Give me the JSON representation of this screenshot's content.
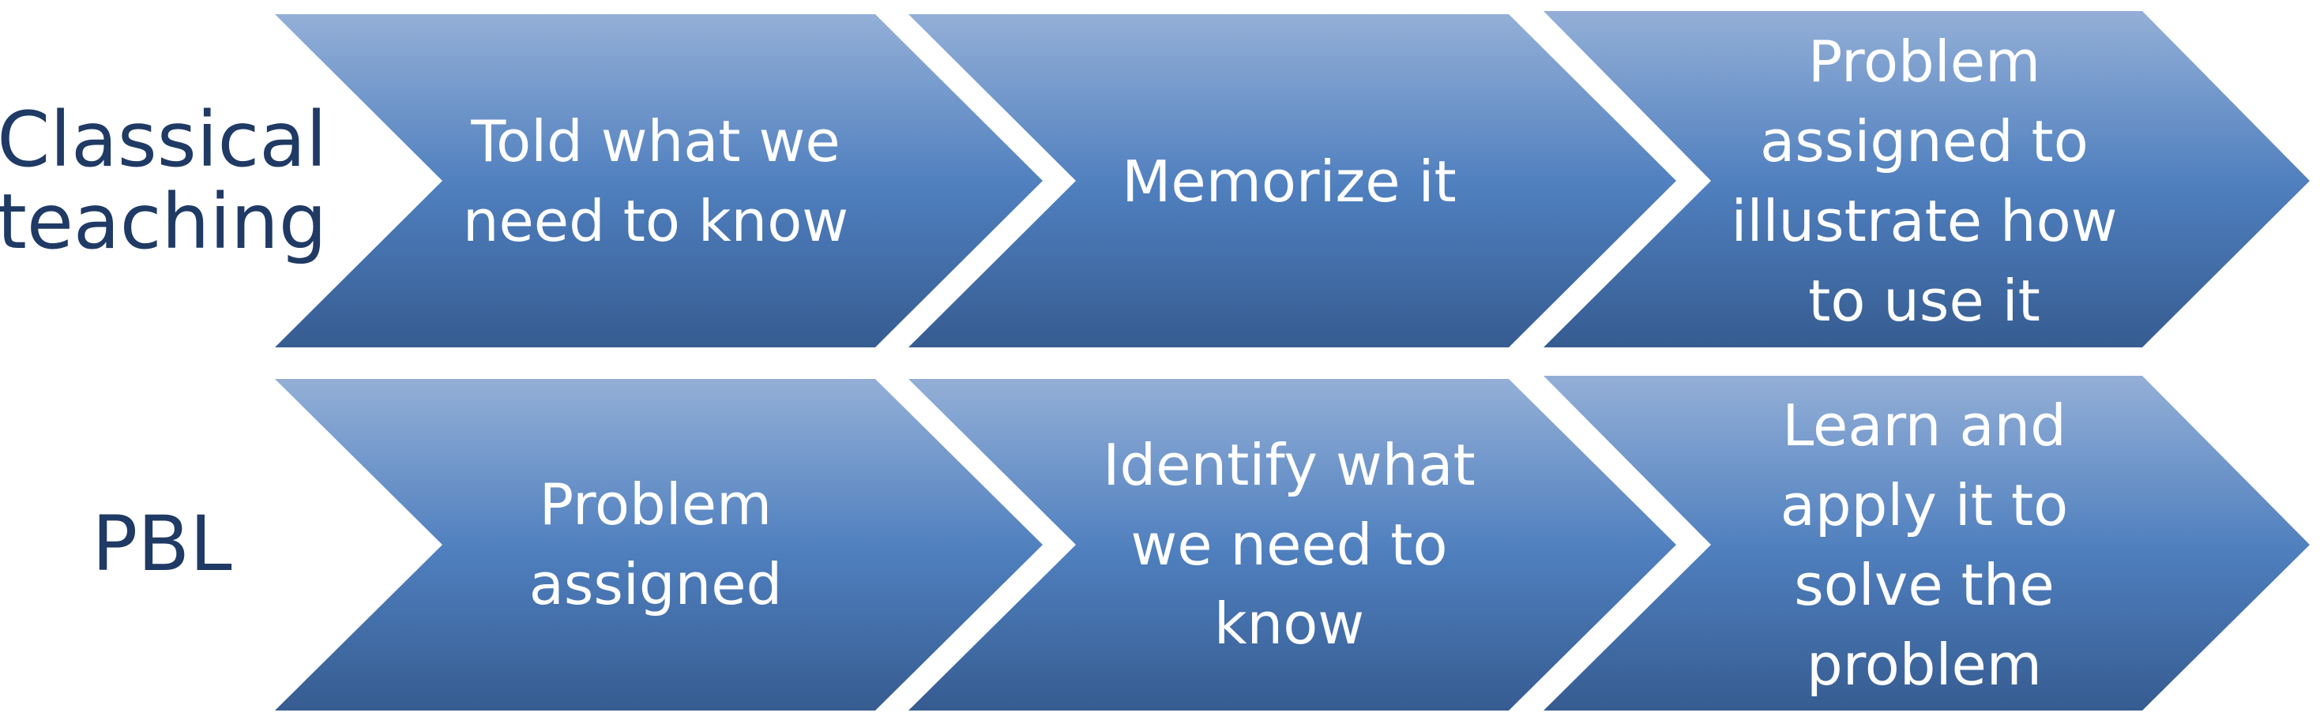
{
  "colors": {
    "chevron_top": "#93afd7",
    "chevron_mid": "#4f7fbe",
    "chevron_bottom": "#365c91",
    "label_text": "#1f3a64",
    "step_text": "#ffffff"
  },
  "rows": [
    {
      "label": "Classical\nteaching",
      "steps": [
        "Told what we\nneed to know",
        "Memorize it",
        "Problem\nassigned to\nillustrate how\nto use it"
      ]
    },
    {
      "label": "PBL",
      "steps": [
        "Problem\nassigned",
        "Identify what\nwe need to\nknow",
        "Learn and\napply it to\nsolve the\nproblem"
      ]
    }
  ]
}
